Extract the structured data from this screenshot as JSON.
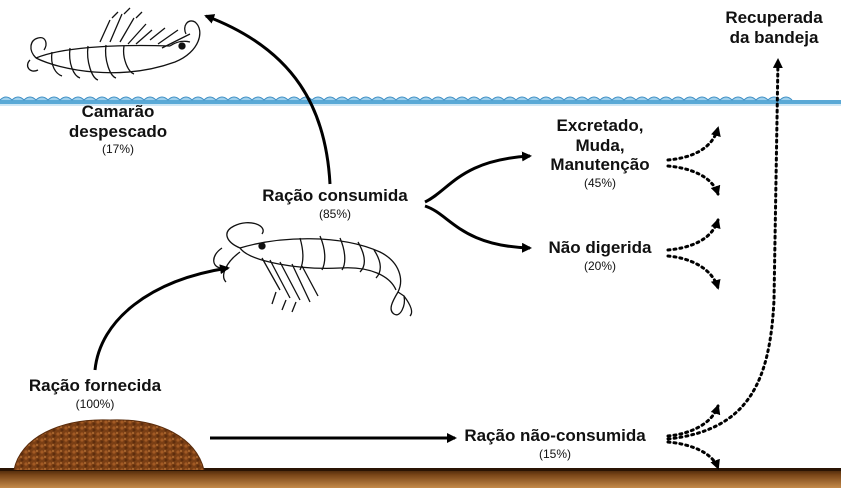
{
  "diagram": {
    "nodes": {
      "harvested": {
        "label_line1": "Camarão",
        "label_line2": "despescado",
        "pct": "(17%)"
      },
      "consumed": {
        "label": "Ração consumida",
        "pct": "(85%)"
      },
      "excreted": {
        "label_line1": "Excretado,",
        "label_line2": "Muda,",
        "label_line3": "Manutenção",
        "pct": "(45%)"
      },
      "undigested": {
        "label": "Não digerida",
        "pct": "(20%)"
      },
      "supplied": {
        "label": "Ração fornecida",
        "pct": "(100%)"
      },
      "unconsumed": {
        "label": "Ração não-consumida",
        "pct": "(15%)"
      },
      "recovered": {
        "label_line1": "Recuperada",
        "label_line2": "da bandeja"
      }
    },
    "colors": {
      "water_line": "#5aa9d6",
      "water_wave": "#3f8fc4",
      "pond_bottom": "#6b3b12",
      "feed_pellets": "#8a4a1c",
      "arrow": "#000000"
    },
    "icons": [
      "shrimp-icon",
      "harvested-shrimp-icon",
      "feed-pile-icon"
    ]
  }
}
